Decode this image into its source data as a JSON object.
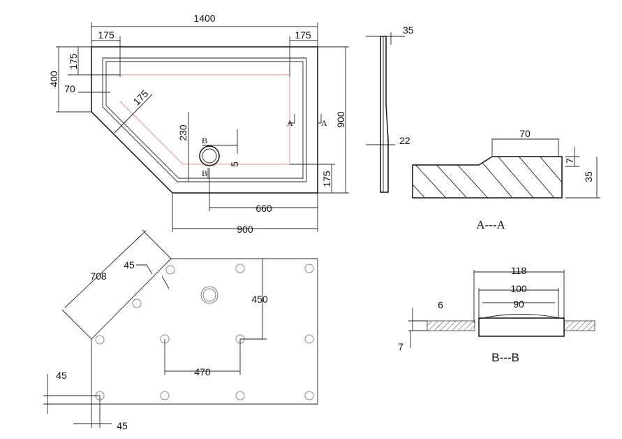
{
  "plan": {
    "overall_width": "1400",
    "left_inset": "175",
    "right_inset": "175",
    "left_top": "175",
    "left_height": "400",
    "left_offset": "70",
    "diag_inset": "175",
    "drain_offset_y": "230",
    "drain_gap": "5",
    "overall_height": "900",
    "bottom_inset": "175",
    "drain_to_right": "660",
    "bottom_width": "900",
    "section_a": "A",
    "section_b": "B"
  },
  "side": {
    "thickness": "35",
    "base": "22"
  },
  "section_aa": {
    "width": "70",
    "step": "7",
    "height": "35",
    "title": "A---A"
  },
  "section_bb": {
    "outer": "118",
    "mid": "100",
    "inner": "90",
    "top": "6",
    "bottom": "7",
    "title": "B---B"
  },
  "bottom_view": {
    "diag": "708",
    "diag_offset": "45",
    "spacing_y": "450",
    "spacing_x": "470",
    "edge_y": "45",
    "edge_x": "45"
  }
}
